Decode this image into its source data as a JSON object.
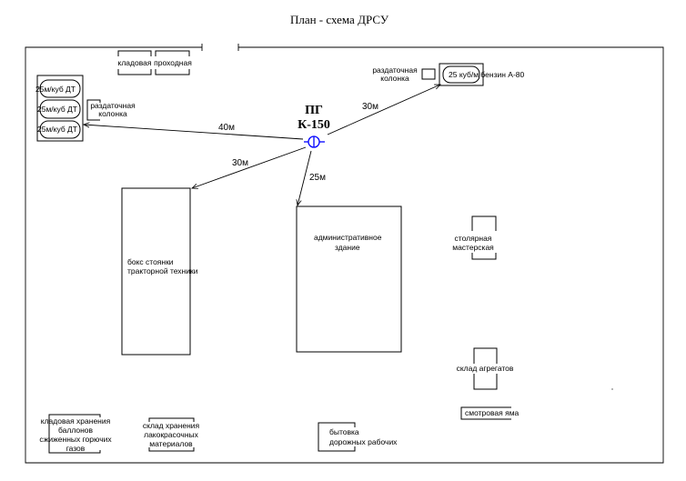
{
  "title": "План - схема ДРСУ",
  "pump": {
    "line1": "ПГ",
    "line2": "К-150",
    "color": "#0000ff"
  },
  "distances": {
    "to_dt": "40м",
    "to_box": "30м",
    "to_admin": "25м",
    "to_petrol": "30м"
  },
  "buildings": {
    "storeroom": "кладовая",
    "checkpoint": "проходная",
    "dt_tanks": [
      "25м/куб ДТ",
      "25м/куб ДТ",
      "25м/куб ДТ"
    ],
    "dispenser_left": [
      "раздаточная",
      "колонка"
    ],
    "dispenser_right": [
      "раздаточная",
      "колонка"
    ],
    "petrol_tank": "25 куб/м бензин А-80",
    "tractor_box": [
      "бокс стоянки",
      "тракторной техники"
    ],
    "admin": [
      "административное",
      "здание"
    ],
    "carpentry": [
      "столярная",
      "мастерская"
    ],
    "units_store": "склад агрегатов",
    "inspection_pit": "смотровая яма",
    "gas_store": [
      "кладовая хранения",
      "баллонов",
      "сжиженных горючих",
      "газов"
    ],
    "paint_store": [
      "склад хранения",
      "лакокрасочных",
      "материалов"
    ],
    "workers_room": [
      "бытовка",
      "дорожных рабочих"
    ]
  }
}
